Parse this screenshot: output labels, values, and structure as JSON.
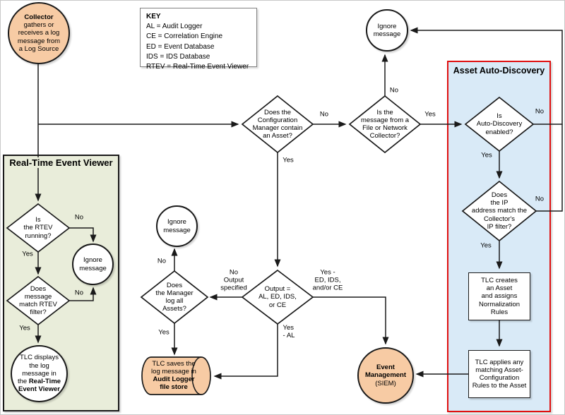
{
  "colors": {
    "peach": "#F7CBA4",
    "rtev_bg": "#E9EDDA",
    "asset_bg": "#D9EAF7",
    "asset_border": "#E01010",
    "line": "#1a1a1a"
  },
  "key": {
    "title": "KEY",
    "entries": [
      "AL = Audit Logger",
      "CE = Correlation Engine",
      "ED = Event Database",
      "IDS = IDS Database",
      "RTEV = Real-Time Event Viewer"
    ]
  },
  "regions": {
    "rtev_title": "Real-Time Event Viewer",
    "asset_title": "Asset Auto-Discovery"
  },
  "nodes": {
    "collector": {
      "bold": "Collector",
      "rest": "\ngathers or\nreceives a log\nmessage from\na Log Source"
    },
    "ignore": "Ignore\nmessage",
    "cfg": "Does the\nConfiguration\nManager contain\nan Asset?",
    "file": "Is the\nmessage from a\nFile or Network\nCollector?",
    "ad": "Is\nAuto-Discovery\nenabled?",
    "ip": "Does\nthe IP\naddress match the\nCollector's\nIP filter?",
    "tlc_creates": "TLC creates\nan Asset\nand assigns\nNormalization\nRules",
    "tlc_applies": "TLC applies any\nmatching Asset-\nConfiguration\nRules to the Asset",
    "rtev_running": "Is\nthe RTEV\nrunning?",
    "rtev_filter": "Does\nmessage\nmatch RTEV\nfilter?",
    "tlc_displays": {
      "pre": "TLC displays\nthe log\nmessage in\nthe ",
      "bold": "Real-Time\nEvent Viewer"
    },
    "mgr": "Does\nthe Manager\nlog all\nAssets?",
    "output": "Output =\nAL, ED, IDS,\nor CE",
    "audit": {
      "pre": "TLC saves the\nlog message in\n",
      "bold": "Audit Logger\nfile store"
    },
    "event_mgmt": {
      "bold": "Event\nManagement",
      "rest": "\n(SIEM)"
    }
  },
  "edge_labels": {
    "cfg_no": "No",
    "cfg_yes": "Yes",
    "file_no": "No",
    "file_yes": "Yes",
    "ad_no": "No",
    "ad_yes": "Yes",
    "ip_no": "No",
    "ip_yes": "Yes",
    "rtev_no": "No",
    "rtev_yes": "Yes",
    "filter_no": "No",
    "filter_yes": "Yes",
    "mgr_no": "No",
    "mgr_yes": "Yes",
    "out_no": "No\nOutput\nspecified",
    "out_yes_right": "Yes -\nED, IDS,\nand/or CE",
    "out_yes_down": "Yes\n- AL"
  }
}
